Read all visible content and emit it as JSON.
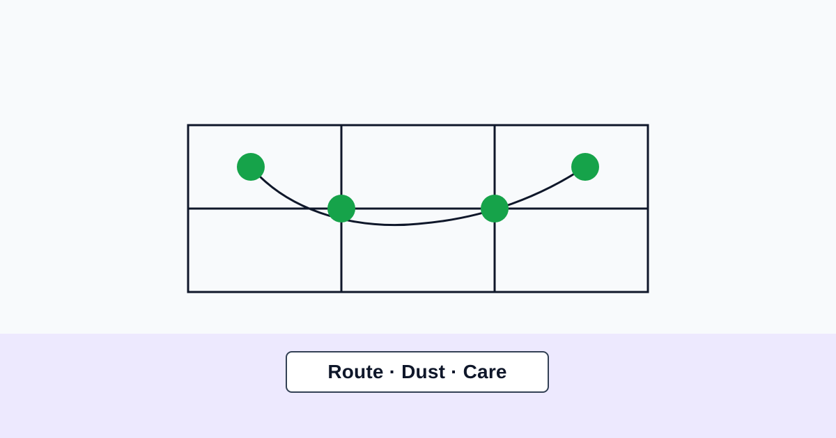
{
  "colors": {
    "background": "#f8fafc",
    "footer_band": "#ede9fe",
    "grid_stroke": "#0f172a",
    "route_curve": "#0f172a",
    "waypoint": "#16a34a",
    "pill_border": "#334155",
    "pill_fill": "#ffffff"
  },
  "diagram": {
    "grid": {
      "columns": 3,
      "rows": 2
    },
    "waypoint_count": 4
  },
  "footer": {
    "label": "Route · Dust · Care"
  }
}
